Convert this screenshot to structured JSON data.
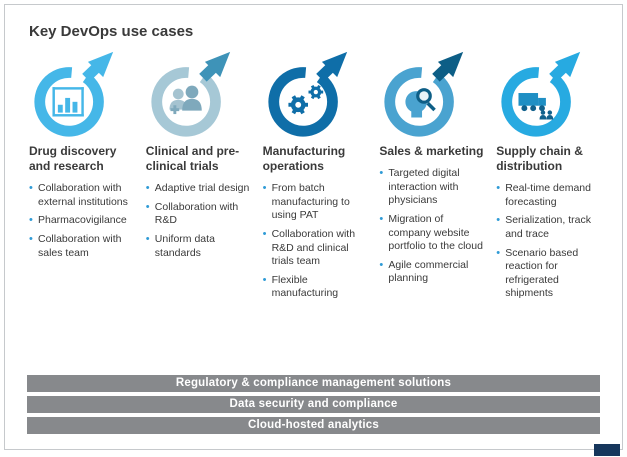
{
  "title": "Key DevOps use cases",
  "columns": [
    {
      "heading": "Drug discovery and research",
      "icon": "bar-chart-document-icon",
      "ring": "#45b7e8",
      "arrow": "#45b7e8",
      "iconColor": "#45b7e8",
      "bullets": [
        "Collaboration with external institutions",
        "Pharmacovigilance",
        "Collaboration with sales team"
      ]
    },
    {
      "heading": "Clinical and pre-clinical trials",
      "icon": "people-plus-icon",
      "ring": "#a6c8d6",
      "arrow": "#3e93b8",
      "iconColor": "#7fa9bc",
      "bullets": [
        "Adaptive trial design",
        "Collaboration with R&D",
        "Uniform data standards"
      ]
    },
    {
      "heading": "Manufacturing operations",
      "icon": "gears-icon",
      "ring": "#0f6ea8",
      "arrow": "#0f6ea8",
      "iconColor": "#0f6ea8",
      "bullets": [
        "From batch manufacturing to using PAT",
        "Collaboration with R&D and clinical trials team",
        "Flexible manufacturing"
      ]
    },
    {
      "heading": "Sales & marketing",
      "icon": "head-magnifier-icon",
      "ring": "#4aa3d0",
      "arrow": "#0d5e86",
      "iconColor": "#4aa3d0",
      "bullets": [
        "Targeted digital interaction with physicians",
        "Migration of company website portfolio to the cloud",
        "Agile commercial planning"
      ]
    },
    {
      "heading": "Supply chain & distribution",
      "icon": "logistics-truck-people-icon",
      "ring": "#27aae1",
      "arrow": "#27aae1",
      "iconColor": "#1f8fc4",
      "bullets": [
        "Real-time demand forecasting",
        "Serialization, track and trace",
        "Scenario based reaction for refrigerated shipments"
      ]
    }
  ],
  "bars": [
    "Regulatory & compliance management solutions",
    "Data security and compliance",
    "Cloud-hosted analytics"
  ],
  "colors": {
    "bar_bg": "#87898c",
    "text": "#3a3a3a",
    "bullet": "#2f9bd6",
    "border": "#c6c9cc",
    "corner_mark": "#16365c"
  }
}
